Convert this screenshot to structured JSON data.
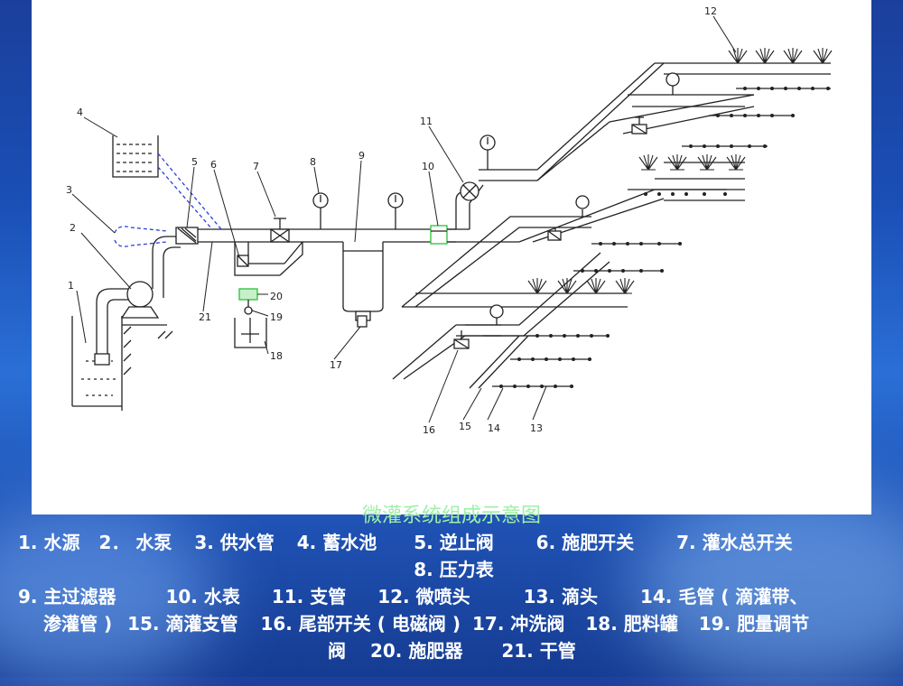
{
  "caption": "微灌系统组成示意图",
  "diagram_numbers": [
    "1",
    "2",
    "3",
    "4",
    "5",
    "6",
    "7",
    "8",
    "9",
    "10",
    "11",
    "12",
    "13",
    "14",
    "15",
    "16",
    "17",
    "18",
    "19",
    "20",
    "21"
  ],
  "legend": {
    "line1": [
      "1. 水源",
      "2． 水泵",
      "3. 供水管",
      "4. 蓄水池",
      "5. 逆止阀",
      "6. 施肥开关",
      "7. 灌水总开关"
    ],
    "line2": "8. 压力表",
    "line3": [
      "9. 主过滤器",
      "10. 水表",
      "11. 支管",
      "12. 微喷头",
      "13. 滴头",
      "14. 毛管 ( 滴灌带、"
    ],
    "line4": [
      "渗灌管 )",
      "15. 滴灌支管",
      "16. 尾部开关 ( 电磁阀 )",
      "17. 冲洗阀",
      "18. 肥料罐",
      "19. 肥量调节"
    ],
    "line5": [
      "阀",
      "20. 施肥器",
      "21. 干管"
    ]
  },
  "colors": {
    "background": "#1a4fb6",
    "panel": "#ffffff",
    "caption": "#9ff0a6",
    "legend_text": "#ffffff",
    "line": "#222222",
    "dashed": "#2a3fd6",
    "meter_green": "#27c43a"
  }
}
